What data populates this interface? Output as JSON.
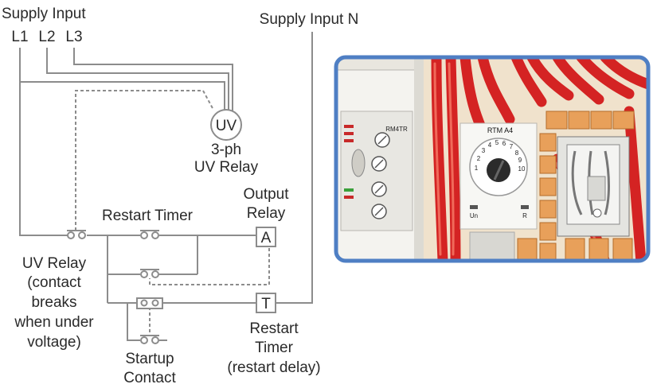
{
  "labels": {
    "supply_input": "Supply Input",
    "l1": "L1",
    "l2": "L2",
    "l3": "L3",
    "supply_input_n": "Supply Input N",
    "uv_symbol": "UV",
    "uv_relay_line1": "3-ph",
    "uv_relay_line2": "UV Relay",
    "output_relay_line1": "Output",
    "output_relay_line2": "Relay",
    "coil_a": "A",
    "coil_t": "T",
    "restart_timer_top": "Restart Timer",
    "uv_contact_line1": "UV Relay",
    "uv_contact_line2": "(contact",
    "uv_contact_line3": "breaks",
    "uv_contact_line4": "when under",
    "uv_contact_line5": "voltage)",
    "restart_timer_line1": "Restart",
    "restart_timer_line2": "Timer",
    "restart_timer_line3": "(restart delay)",
    "startup_line1": "Startup",
    "startup_line2": "Contact"
  },
  "photo": {
    "relay_model": "RM4TR",
    "timer_model": "RTM A4",
    "dial_numbers": [
      "1",
      "2",
      "3",
      "4",
      "5",
      "6",
      "7",
      "8",
      "9",
      "10"
    ],
    "led_un": "Un",
    "led_r": "R"
  },
  "colors": {
    "wire": "#8c8c8c",
    "photo_frame": "#4f7fc4",
    "cable_red": "#d42323",
    "terminal_orange": "#e8a05a"
  }
}
